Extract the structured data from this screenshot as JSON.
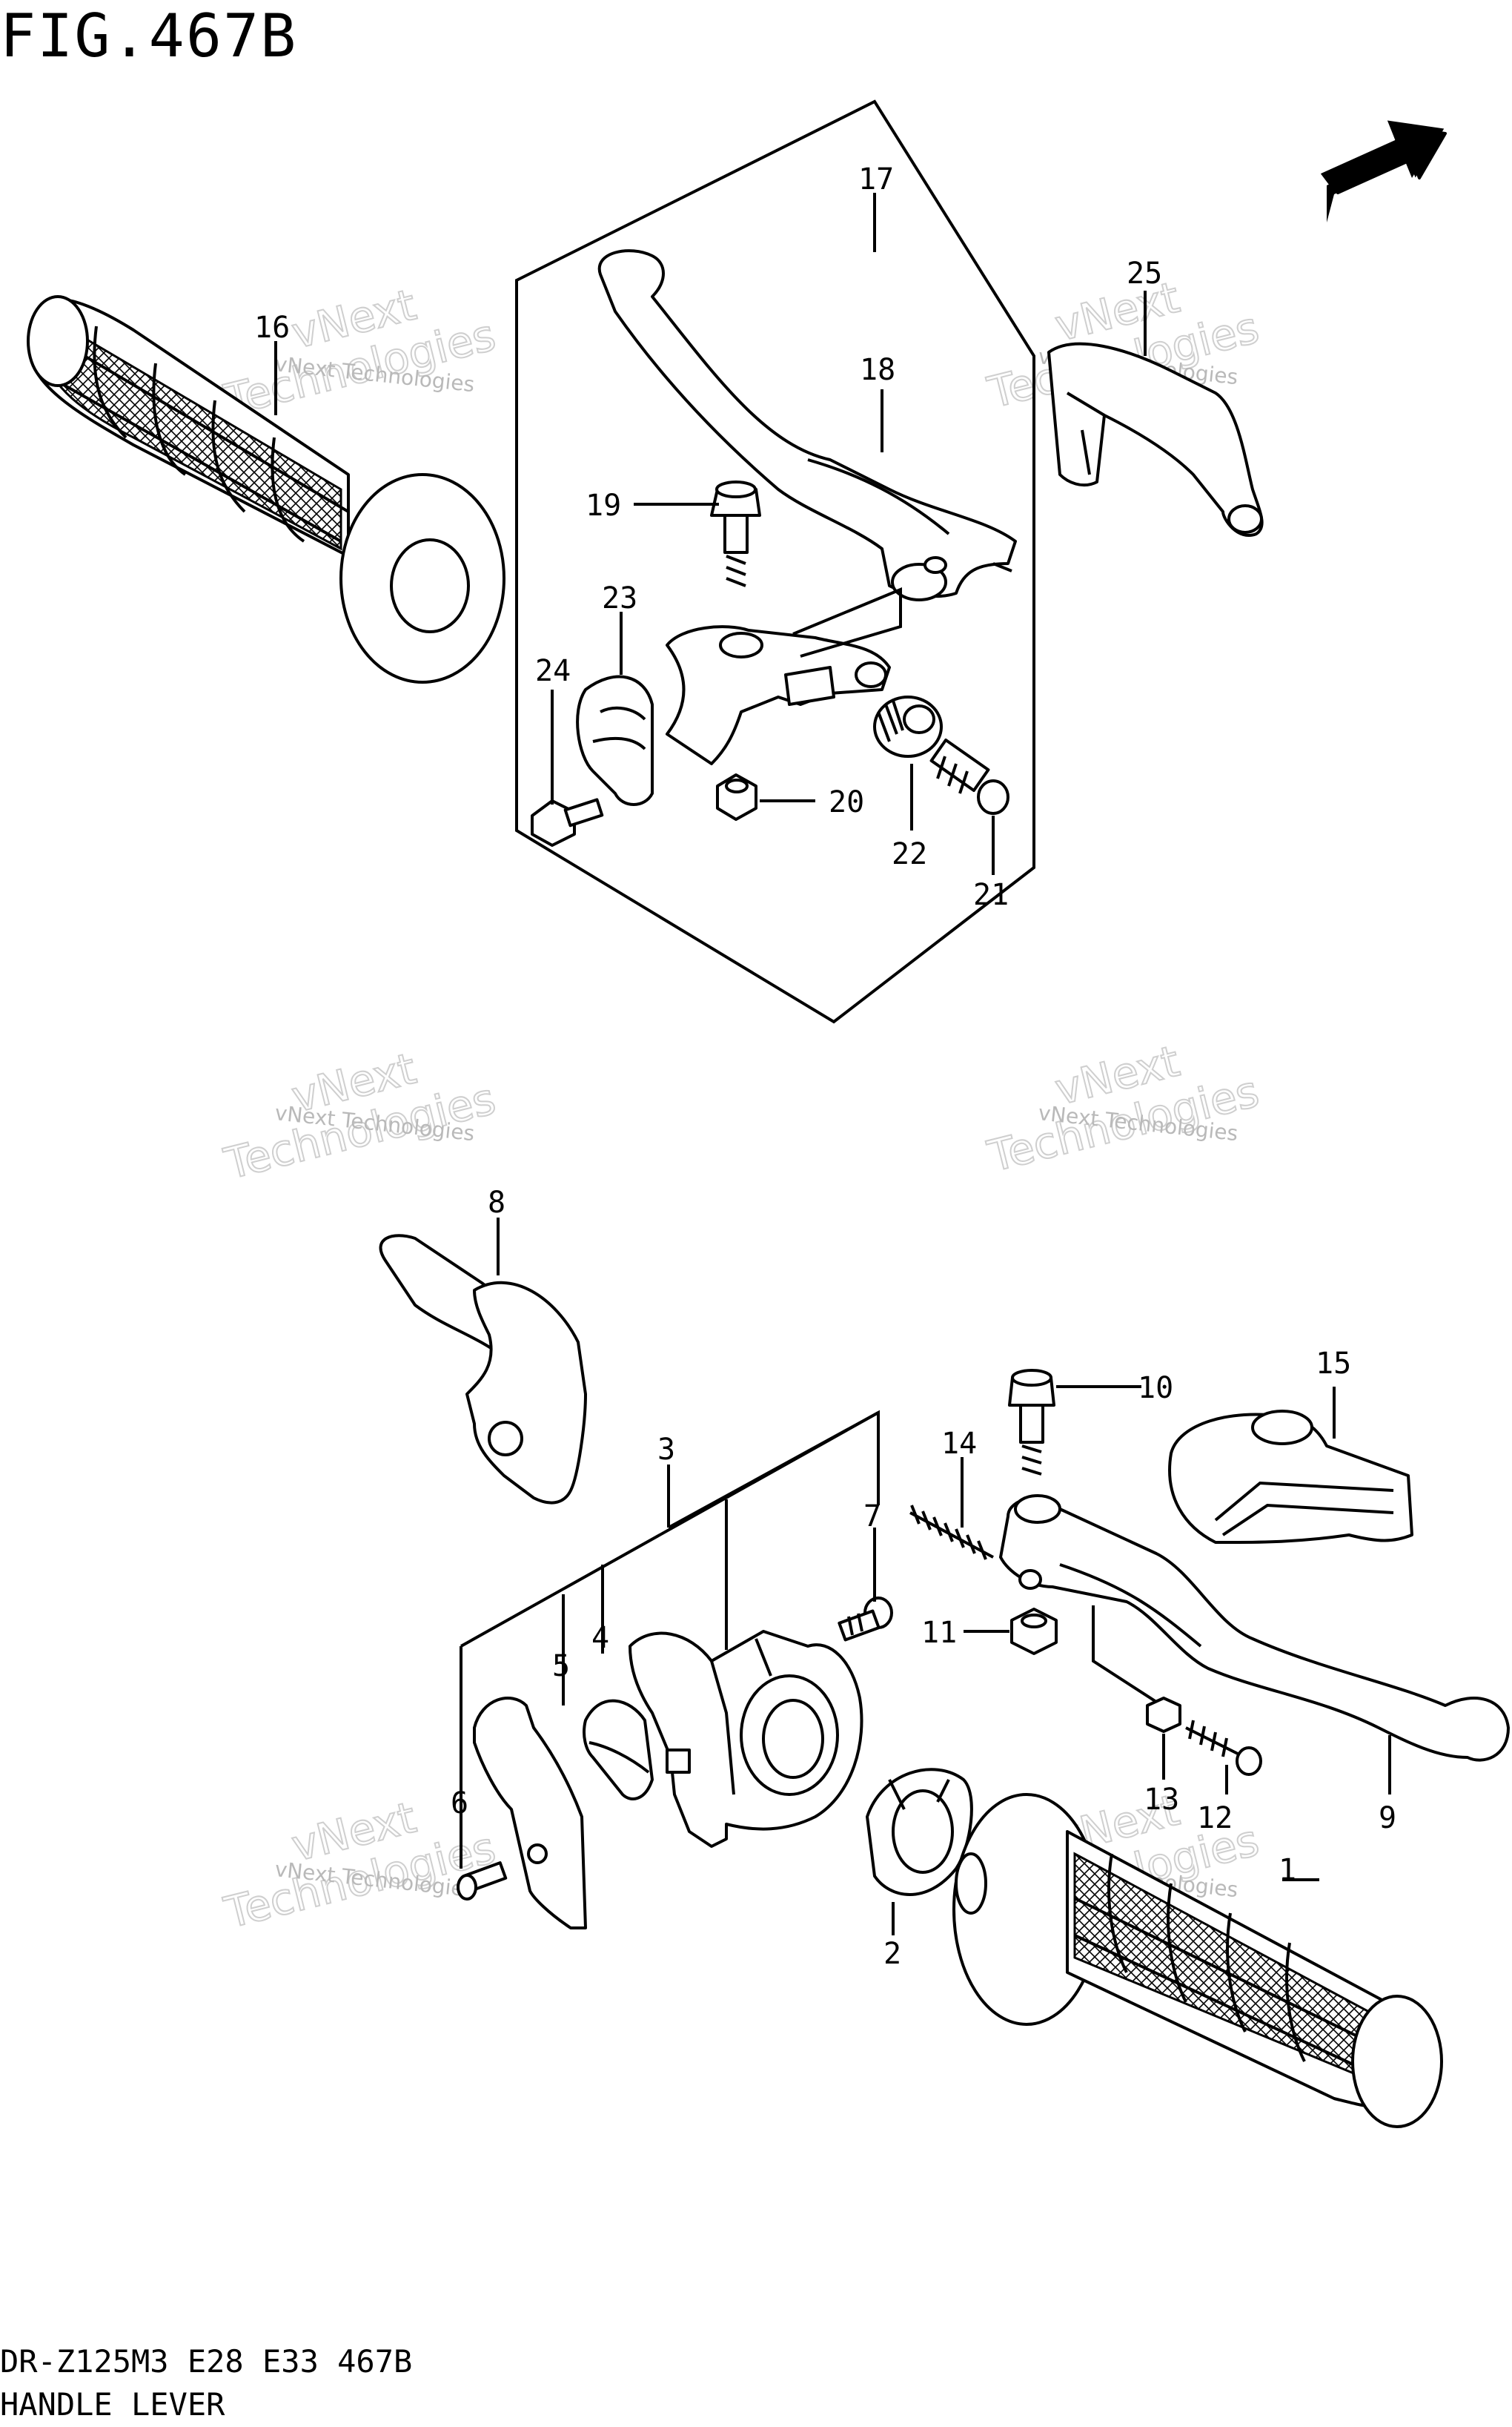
{
  "figure": {
    "title": "FIG.467B",
    "model_line": "DR-Z125M3 E28 E33 467B",
    "name": "HANDLE LEVER"
  },
  "direction_badge": "FWD",
  "watermark": {
    "line1": "vNext",
    "line2": "Technologies",
    "caption": "vNext Technologies"
  },
  "callouts": [
    "1",
    "2",
    "3",
    "4",
    "5",
    "6",
    "7",
    "8",
    "9",
    "10",
    "11",
    "12",
    "13",
    "14",
    "15",
    "16",
    "17",
    "18",
    "19",
    "20",
    "21",
    "22",
    "23",
    "24",
    "25"
  ]
}
